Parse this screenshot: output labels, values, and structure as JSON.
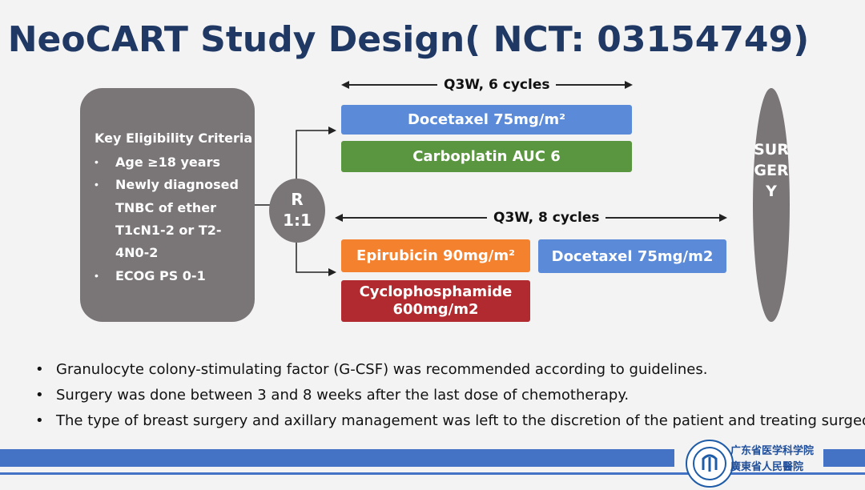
{
  "title": "NeoCART Study Design( NCT: 03154749)",
  "criteria": {
    "heading": "Key Eligibility Criteria",
    "bullet_char": "•",
    "items": [
      "Age ≥18 years",
      "Newly diagnosed",
      "TNBC of ether",
      "T1cN1-2 or T2-",
      "4N0-2",
      "ECOG PS 0-1"
    ]
  },
  "randomization": {
    "r": "R",
    "ratio": "1:1"
  },
  "arm1": {
    "schedule": "Q3W, 6 cycles",
    "drugs": [
      "Docetaxel  75mg/m²",
      "Carboplatin  AUC 6"
    ]
  },
  "arm2": {
    "schedule": "Q3W, 8 cycles",
    "drugs": [
      "Epirubicin   90mg/m²",
      "Cyclophosphamide",
      "600mg/m2",
      "Docetaxel  75mg/m2"
    ]
  },
  "surgery": "SURGERY",
  "notes": {
    "bullet_char": "•",
    "items": [
      "Granulocyte colony-stimulating factor (G-CSF) was recommended according to guidelines.",
      "Surgery was done between 3 and 8 weeks after the last dose of chemotherapy.",
      "The type of breast surgery and axillary management was left to the discretion of the patient and treating surgeon."
    ]
  },
  "logo": {
    "line1": "广东省医学科学院",
    "line2": "廣東省人民醫院",
    "icon": "hospital-emblem-icon"
  },
  "colors": {
    "title": "#1f3864",
    "gray": "#7a7576",
    "blue": "#5b8bd8",
    "green": "#5a9540",
    "orange": "#f4812e",
    "red": "#b02a2f",
    "footer": "#4472c4"
  }
}
